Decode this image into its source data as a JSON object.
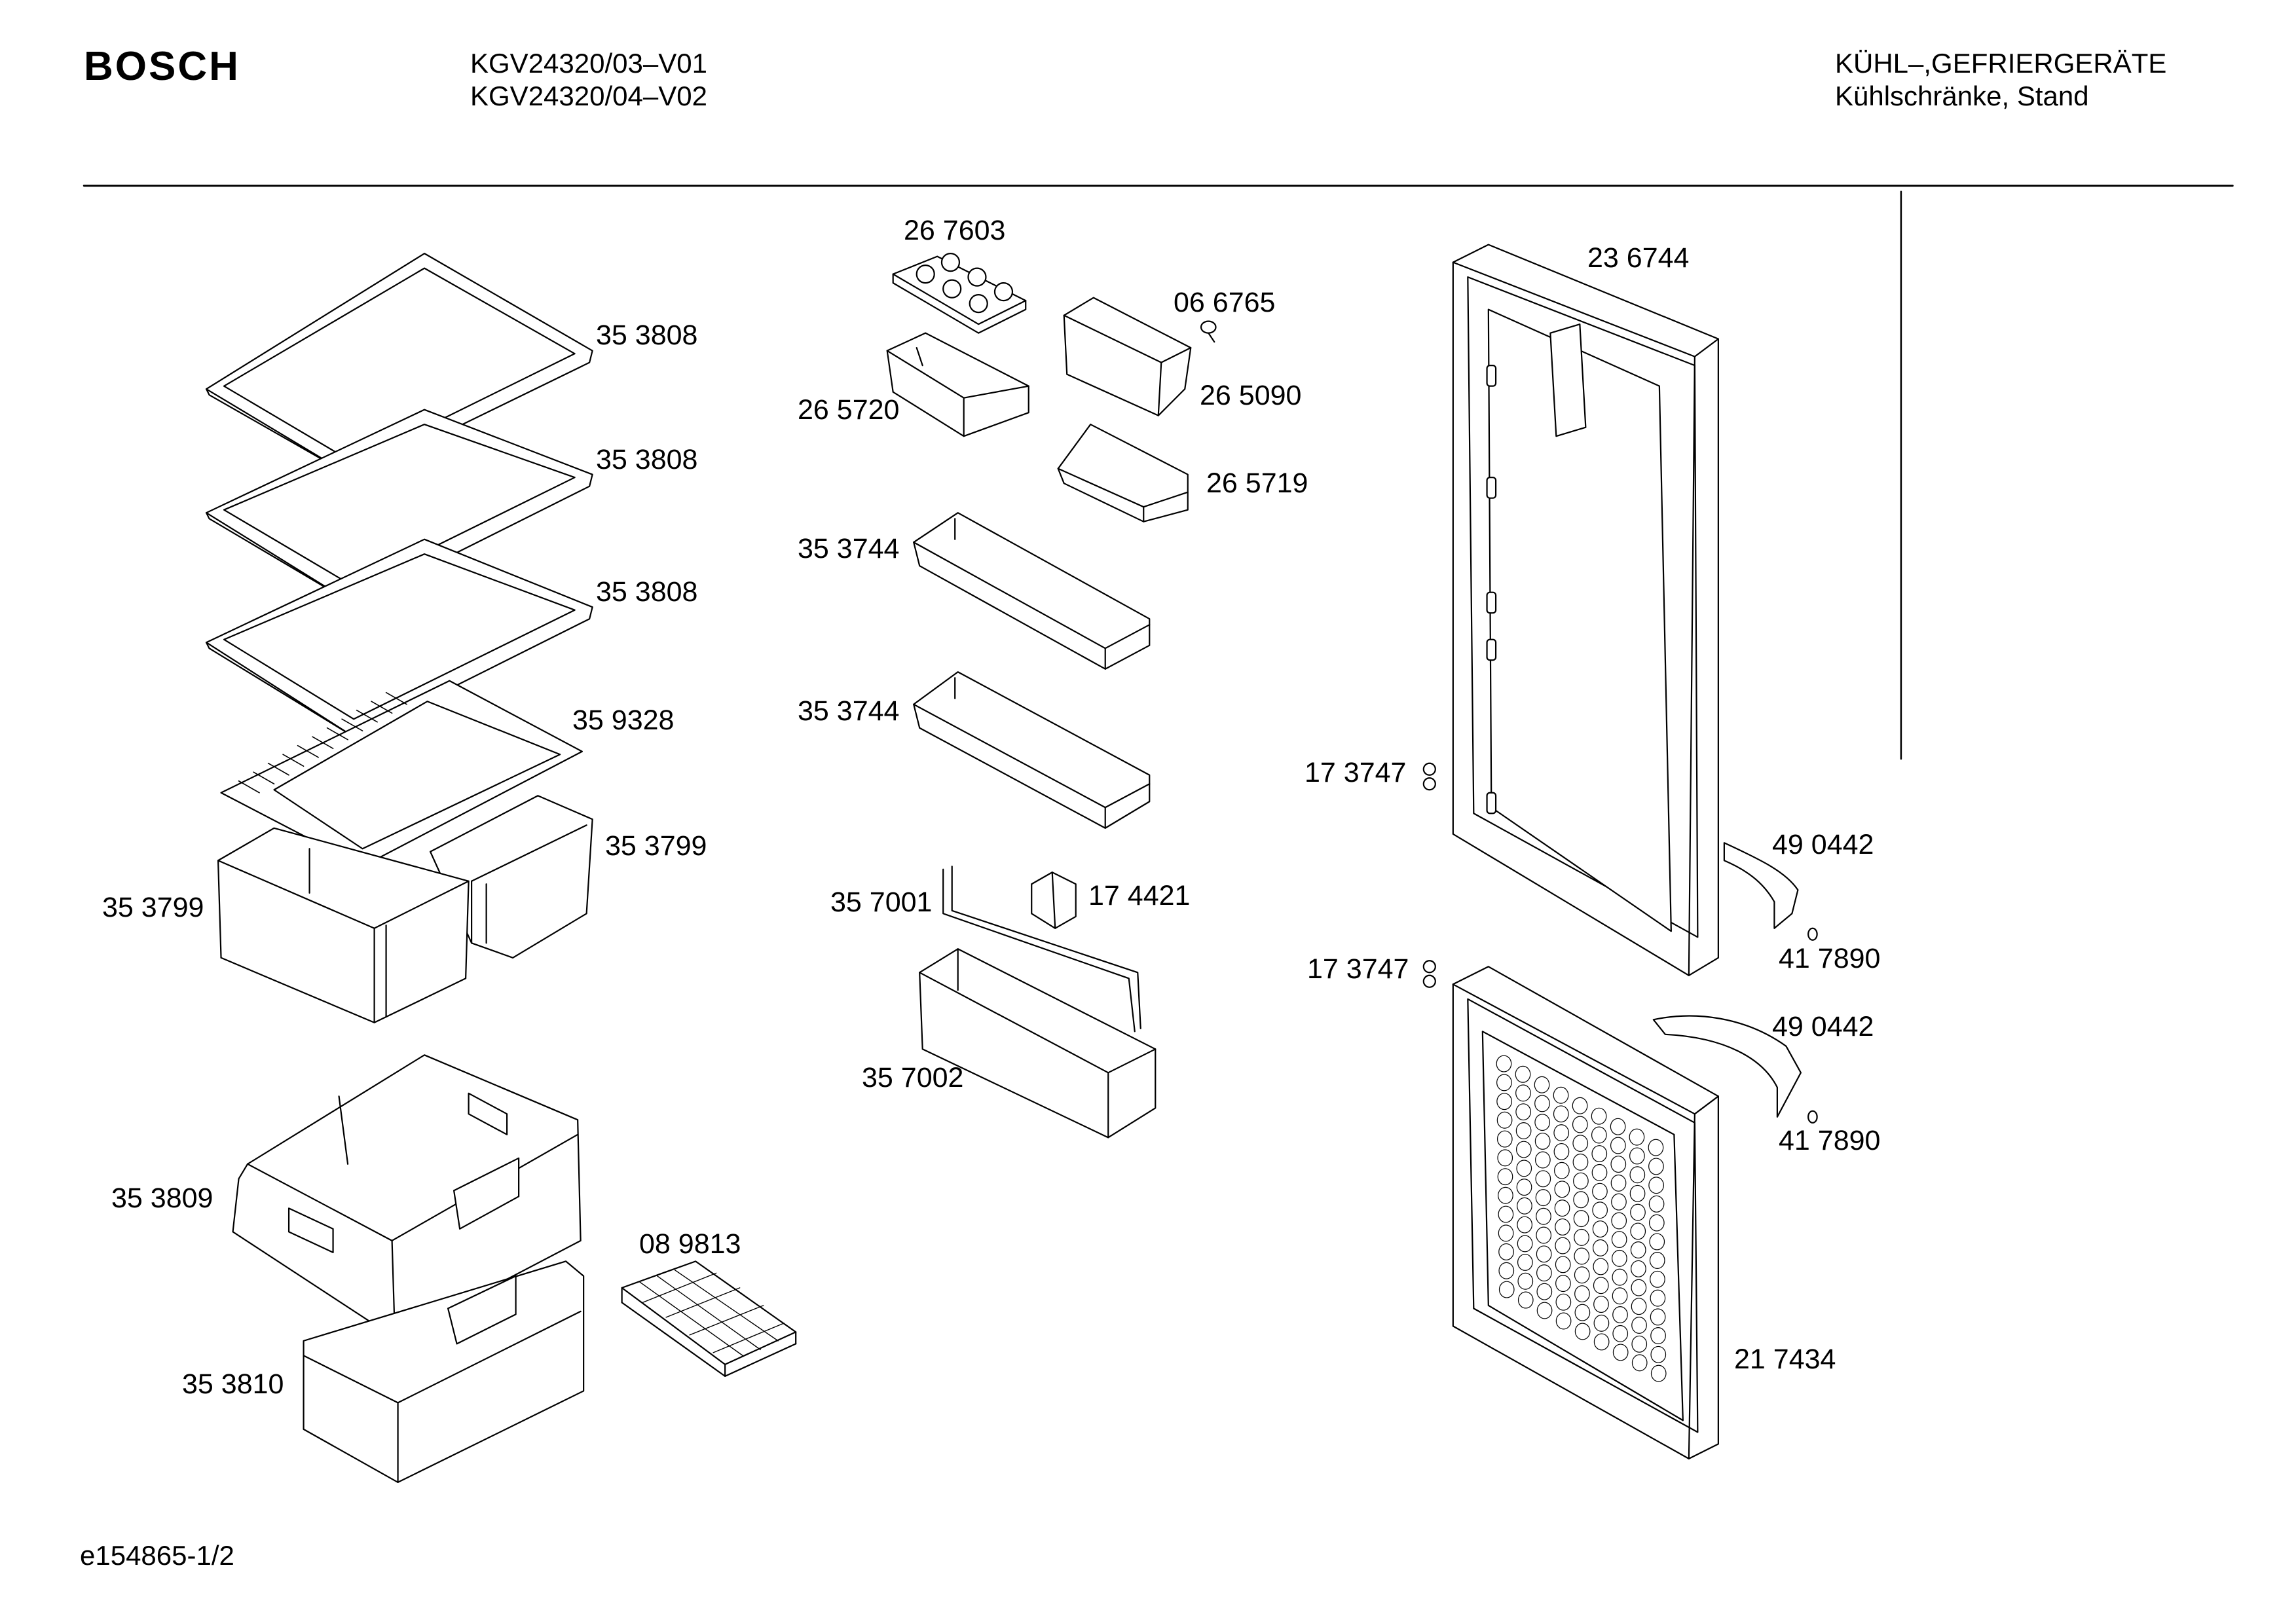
{
  "brand": "BOSCH",
  "models": [
    "KGV24320/03–V01",
    "KGV24320/04–V02"
  ],
  "category": [
    "KÜHL–,GEFRIERGERÄTE",
    "Kühlschränke, Stand"
  ],
  "parts": {
    "shelf_1": "35 3808",
    "shelf_2": "35 3808",
    "shelf_3": "35 3808",
    "grid_shelf": "35 9328",
    "vegetable_tray_right": "35 3799",
    "vegetable_tray_left": "35 3799",
    "drawer_upper": "35 3809",
    "drawer_lower": "35 3810",
    "ice_tray": "08 9813",
    "egg_tray": "26 7603",
    "small_box": "26 5720",
    "butter_box": "26 5090",
    "hinge_pin": "06 6765",
    "small_shelf": "26 5719",
    "door_shelf_1": "35 3744",
    "door_shelf_2": "35 3744",
    "bottle_holder": "35 7001",
    "clip": "17 4421",
    "bottle_shelf": "35 7002",
    "fridge_door": "23 6744",
    "screw_upper": "17 3747",
    "handle_upper": "49 0442",
    "cap_upper": "41 7890",
    "screw_lower": "17 3747",
    "handle_lower": "49 0442",
    "cap_lower": "41 7890",
    "freezer_door": "21 7434"
  },
  "footer_code": "e154865-1/2"
}
